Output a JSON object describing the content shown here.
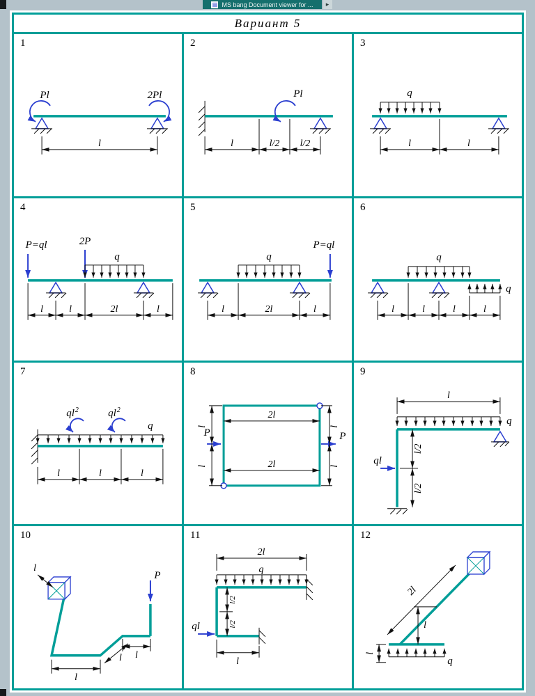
{
  "window": {
    "title": "MS bang Document viewer for ...",
    "doc_icon": "▤",
    "button_glyph": "▸"
  },
  "sheet": {
    "variant_title": "Вариант  5"
  },
  "cells": {
    "c1": {
      "num": "1",
      "moment_left": "Pl",
      "moment_right": "2Pl",
      "dim1": "l"
    },
    "c2": {
      "num": "2",
      "moment": "Pl",
      "dim1": "l",
      "dim2": "l/2",
      "dim3": "l/2"
    },
    "c3": {
      "num": "3",
      "load": "q",
      "dim1": "l",
      "dim2": "l"
    },
    "c4": {
      "num": "4",
      "force1": "P=ql",
      "force2": "2P",
      "load": "q",
      "dim1": "l",
      "dim2": "l",
      "dim3": "2l",
      "dim4": "l"
    },
    "c5": {
      "num": "5",
      "load": "q",
      "force": "P=ql",
      "dim1": "l",
      "dim2": "2l",
      "dim3": "l"
    },
    "c6": {
      "num": "6",
      "load_top": "q",
      "load_right": "q",
      "dim1": "l",
      "dim2": "l",
      "dim3": "l",
      "dim4": "l"
    },
    "c7": {
      "num": "7",
      "moment_base": "ql",
      "moment_sup": "2",
      "load": "q",
      "dim1": "l",
      "dim2": "l",
      "dim3": "l"
    },
    "c8": {
      "num": "8",
      "force_left": "P",
      "force_right": "P",
      "dim_top": "2l",
      "dim_bottom": "2l",
      "dim_left1": "l",
      "dim_left2": "l",
      "dim_right1": "l",
      "dim_right2": "l"
    },
    "c9": {
      "num": "9",
      "dim_top": "l",
      "load": "q",
      "force": "ql",
      "dim_v1": "l/2",
      "dim_v2": "l/2"
    },
    "c10": {
      "num": "10",
      "force": "P",
      "dim1": "l",
      "dim2": "l",
      "dim3": "l",
      "dim4": "l"
    },
    "c11": {
      "num": "11",
      "dim_top": "2l",
      "load": "q",
      "dim_v1": "l/2",
      "dim_v2": "l/2",
      "force": "ql",
      "dim_bottom": "l"
    },
    "c12": {
      "num": "12",
      "dim_incline": "2l",
      "dim_v": "l",
      "load": "q",
      "dim_b": "l"
    }
  }
}
